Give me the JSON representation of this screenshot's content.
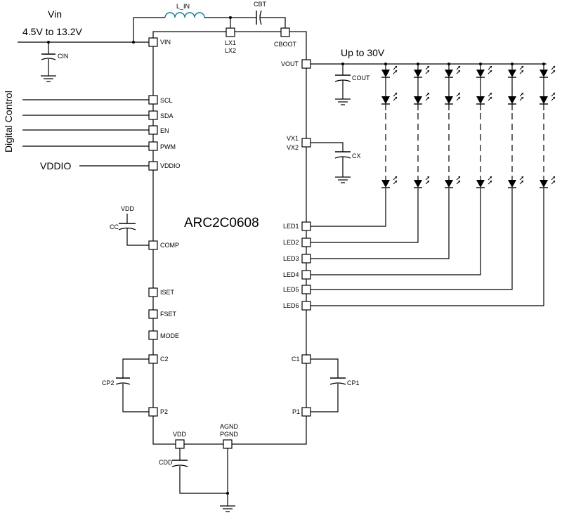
{
  "chip": {
    "name": "ARC2C0608"
  },
  "supply": {
    "vin_label": "Vin",
    "vin_range": "4.5V to 13.2V",
    "vout_range": "Up to 30V"
  },
  "side_labels": {
    "digital_control": "Digital Control",
    "vddio": "VDDIO"
  },
  "pins": {
    "vin": "VIN",
    "lx1": "LX1",
    "lx2": "LX2",
    "cboot": "CBOOT",
    "scl": "SCL",
    "sda": "SDA",
    "en": "EN",
    "pwm": "PWM",
    "vddio": "VDDIO",
    "comp": "COMP",
    "iset": "ISET",
    "fset": "FSET",
    "mode": "MODE",
    "c2": "C2",
    "p2": "P2",
    "vdd": "VDD",
    "agnd": "AGND",
    "pgnd": "PGND",
    "vout": "VOUT",
    "vx1": "VX1",
    "vx2": "VX2",
    "led1": "LED1",
    "led2": "LED2",
    "led3": "LED3",
    "led4": "LED4",
    "led5": "LED5",
    "led6": "LED6",
    "c1": "C1",
    "p1": "P1"
  },
  "components": {
    "inductor": "L_IN",
    "cbt": "CBT",
    "cin": "CIN",
    "cout": "COUT",
    "cx": "CX",
    "cc": "CC",
    "cc_vdd": "VDD",
    "cp1": "CP1",
    "cp2": "CP2",
    "cdd": "CDD"
  }
}
